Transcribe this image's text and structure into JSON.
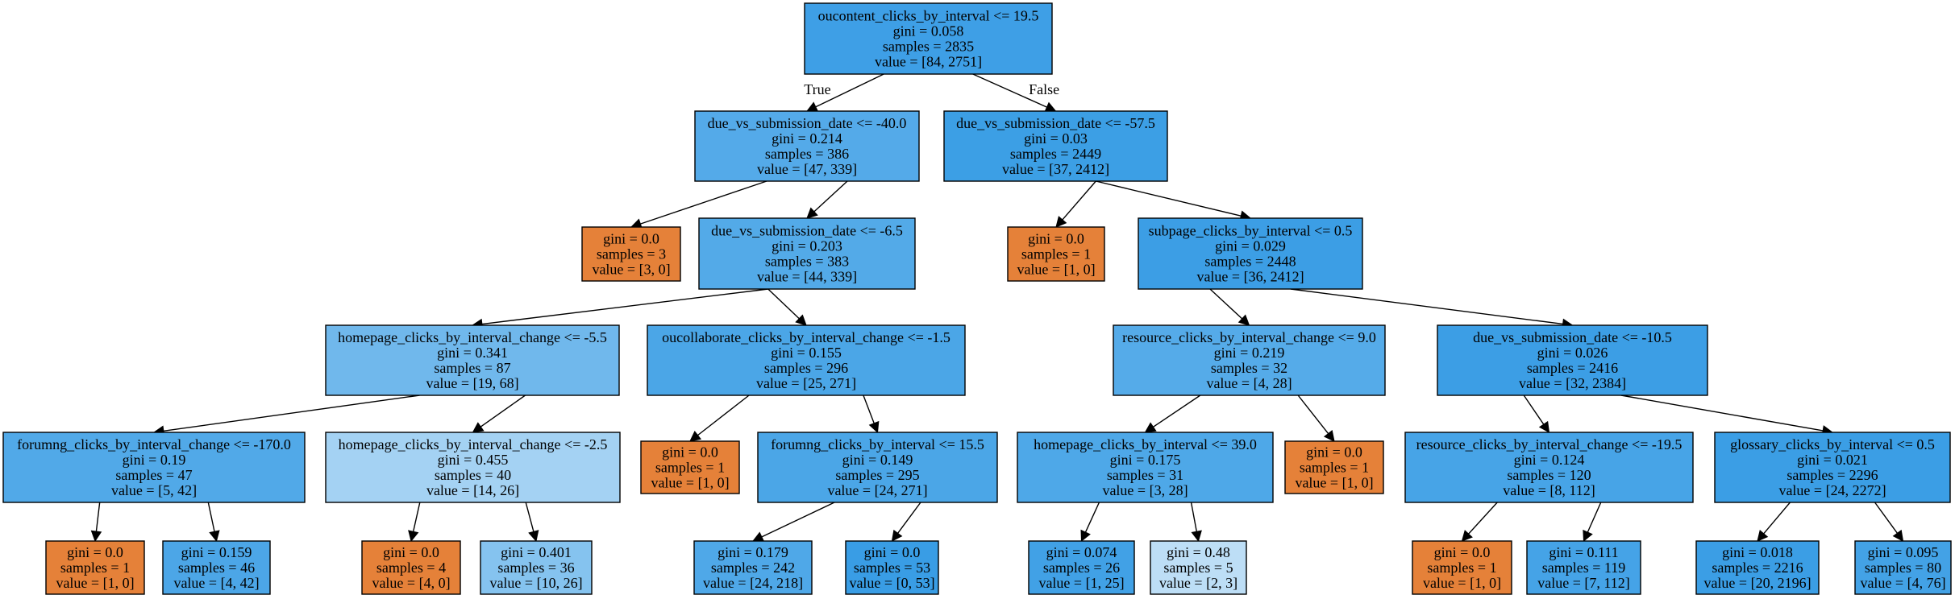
{
  "colors": {
    "orange": "#e58139",
    "blue_strong": "#3c9ce5",
    "blue_3d": "#3d9fe6",
    "blue_3e": "#3e9fe6",
    "blue_40": "#40a0e6",
    "blue_4b": "#4aa5e7",
    "blue_4d": "#4ea7e8",
    "blue_55": "#55aae9",
    "blue_6d": "#6cb6ec",
    "blue_a5": "#a5d2f3",
    "blue_7f": "#7dbfee",
    "blue_c7": "#c6e3f8",
    "edge": "#000000"
  },
  "nodes": [
    {
      "id": "n0",
      "lines": [
        "oucontent_clicks_by_interval <= 19.5",
        "gini = 0.058",
        "samples = 2835",
        "value = [84, 2751]"
      ],
      "color": "#3e9fe6"
    },
    {
      "id": "n1",
      "lines": [
        "due_vs_submission_date <= -40.0",
        "gini = 0.214",
        "samples = 386",
        "value = [47, 339]"
      ],
      "color": "#54aae9"
    },
    {
      "id": "n2",
      "lines": [
        "due_vs_submission_date <= -57.5",
        "gini = 0.03",
        "samples = 2449",
        "value = [37, 2412]"
      ],
      "color": "#3c9fe5"
    },
    {
      "id": "n3",
      "lines": [
        "gini = 0.0",
        "samples = 3",
        "value = [3, 0]"
      ],
      "color": "#e58139"
    },
    {
      "id": "n4",
      "lines": [
        "due_vs_submission_date <= -6.5",
        "gini = 0.203",
        "samples = 383",
        "value = [44, 339]"
      ],
      "color": "#53aae8"
    },
    {
      "id": "n5",
      "lines": [
        "gini = 0.0",
        "samples = 1",
        "value = [1, 0]"
      ],
      "color": "#e58139"
    },
    {
      "id": "n6",
      "lines": [
        "subpage_clicks_by_interval <= 0.5",
        "gini = 0.029",
        "samples = 2448",
        "value = [36, 2412]"
      ],
      "color": "#3c9ee5"
    },
    {
      "id": "n7",
      "lines": [
        "homepage_clicks_by_interval_change <= -5.5",
        "gini = 0.341",
        "samples = 87",
        "value = [19, 68]"
      ],
      "color": "#70b8ec"
    },
    {
      "id": "n8",
      "lines": [
        "oucollaborate_clicks_by_interval_change <= -1.5",
        "gini = 0.155",
        "samples = 296",
        "value = [25, 271]"
      ],
      "color": "#4ba6e7"
    },
    {
      "id": "n9",
      "lines": [
        "resource_clicks_by_interval_change <= 9.0",
        "gini = 0.219",
        "samples = 32",
        "value = [4, 28]"
      ],
      "color": "#55abe9"
    },
    {
      "id": "n10",
      "lines": [
        "due_vs_submission_date <= -10.5",
        "gini = 0.026",
        "samples = 2416",
        "value = [32, 2384]"
      ],
      "color": "#3c9ee5"
    },
    {
      "id": "n11",
      "lines": [
        "forumng_clicks_by_interval_change <= -170.0",
        "gini = 0.19",
        "samples = 47",
        "value = [5, 42]"
      ],
      "color": "#51a9e8"
    },
    {
      "id": "n12",
      "lines": [
        "homepage_clicks_by_interval_change <= -2.5",
        "gini = 0.455",
        "samples = 40",
        "value = [14, 26]"
      ],
      "color": "#a4d2f3"
    },
    {
      "id": "n13",
      "lines": [
        "gini = 0.0",
        "samples = 1",
        "value = [1, 0]"
      ],
      "color": "#e58139"
    },
    {
      "id": "n14",
      "lines": [
        "forumng_clicks_by_interval <= 15.5",
        "gini = 0.149",
        "samples = 295",
        "value = [24, 271]"
      ],
      "color": "#4ba6e7"
    },
    {
      "id": "n15",
      "lines": [
        "homepage_clicks_by_interval <= 39.0",
        "gini = 0.175",
        "samples = 31",
        "value = [3, 28]"
      ],
      "color": "#4ea8e8"
    },
    {
      "id": "n16",
      "lines": [
        "gini = 0.0",
        "samples = 1",
        "value = [1, 0]"
      ],
      "color": "#e58139"
    },
    {
      "id": "n17",
      "lines": [
        "resource_clicks_by_interval_change <= -19.5",
        "gini = 0.124",
        "samples = 120",
        "value = [8, 112]"
      ],
      "color": "#47a4e7"
    },
    {
      "id": "n18",
      "lines": [
        "glossary_clicks_by_interval <= 0.5",
        "gini = 0.021",
        "samples = 2296",
        "value = [24, 2272]"
      ],
      "color": "#3b9ee5"
    },
    {
      "id": "n19",
      "lines": [
        "gini = 0.0",
        "samples = 1",
        "value = [1, 0]"
      ],
      "color": "#e58139"
    },
    {
      "id": "n20",
      "lines": [
        "gini = 0.159",
        "samples = 46",
        "value = [4, 42]"
      ],
      "color": "#4ca6e7"
    },
    {
      "id": "n21",
      "lines": [
        "gini = 0.0",
        "samples = 4",
        "value = [4, 0]"
      ],
      "color": "#e58139"
    },
    {
      "id": "n22",
      "lines": [
        "gini = 0.401",
        "samples = 36",
        "value = [10, 26]"
      ],
      "color": "#85c3ef"
    },
    {
      "id": "n23",
      "lines": [
        "gini = 0.179",
        "samples = 242",
        "value = [24, 218]"
      ],
      "color": "#4fa8e8"
    },
    {
      "id": "n24",
      "lines": [
        "gini = 0.0",
        "samples = 53",
        "value = [0, 53]"
      ],
      "color": "#399de5"
    },
    {
      "id": "n25",
      "lines": [
        "gini = 0.074",
        "samples = 26",
        "value = [1, 25]"
      ],
      "color": "#41a1e6"
    },
    {
      "id": "n26",
      "lines": [
        "gini = 0.48",
        "samples = 5",
        "value = [2, 3]"
      ],
      "color": "#bddef6"
    },
    {
      "id": "n27",
      "lines": [
        "gini = 0.0",
        "samples = 1",
        "value = [1, 0]"
      ],
      "color": "#e58139"
    },
    {
      "id": "n28",
      "lines": [
        "gini = 0.111",
        "samples = 119",
        "value = [7, 112]"
      ],
      "color": "#45a3e7"
    },
    {
      "id": "n29",
      "lines": [
        "gini = 0.018",
        "samples = 2216",
        "value = [20, 2196]"
      ],
      "color": "#3b9ee5"
    },
    {
      "id": "n30",
      "lines": [
        "gini = 0.095",
        "samples = 80",
        "value = [4, 76]"
      ],
      "color": "#43a2e6"
    }
  ],
  "edges": [
    {
      "from": "n0",
      "to": "n1",
      "label": "True"
    },
    {
      "from": "n0",
      "to": "n2",
      "label": "False"
    },
    {
      "from": "n1",
      "to": "n3",
      "label": ""
    },
    {
      "from": "n1",
      "to": "n4",
      "label": ""
    },
    {
      "from": "n2",
      "to": "n5",
      "label": ""
    },
    {
      "from": "n2",
      "to": "n6",
      "label": ""
    },
    {
      "from": "n4",
      "to": "n7",
      "label": ""
    },
    {
      "from": "n4",
      "to": "n8",
      "label": ""
    },
    {
      "from": "n6",
      "to": "n9",
      "label": ""
    },
    {
      "from": "n6",
      "to": "n10",
      "label": ""
    },
    {
      "from": "n7",
      "to": "n11",
      "label": ""
    },
    {
      "from": "n7",
      "to": "n12",
      "label": ""
    },
    {
      "from": "n8",
      "to": "n13",
      "label": ""
    },
    {
      "from": "n8",
      "to": "n14",
      "label": ""
    },
    {
      "from": "n9",
      "to": "n15",
      "label": ""
    },
    {
      "from": "n9",
      "to": "n16",
      "label": ""
    },
    {
      "from": "n10",
      "to": "n17",
      "label": ""
    },
    {
      "from": "n10",
      "to": "n18",
      "label": ""
    },
    {
      "from": "n11",
      "to": "n19",
      "label": ""
    },
    {
      "from": "n11",
      "to": "n20",
      "label": ""
    },
    {
      "from": "n12",
      "to": "n21",
      "label": ""
    },
    {
      "from": "n12",
      "to": "n22",
      "label": ""
    },
    {
      "from": "n14",
      "to": "n23",
      "label": ""
    },
    {
      "from": "n14",
      "to": "n24",
      "label": ""
    },
    {
      "from": "n15",
      "to": "n25",
      "label": ""
    },
    {
      "from": "n15",
      "to": "n26",
      "label": ""
    },
    {
      "from": "n17",
      "to": "n27",
      "label": ""
    },
    {
      "from": "n17",
      "to": "n28",
      "label": ""
    },
    {
      "from": "n18",
      "to": "n29",
      "label": ""
    },
    {
      "from": "n18",
      "to": "n30",
      "label": ""
    }
  ]
}
